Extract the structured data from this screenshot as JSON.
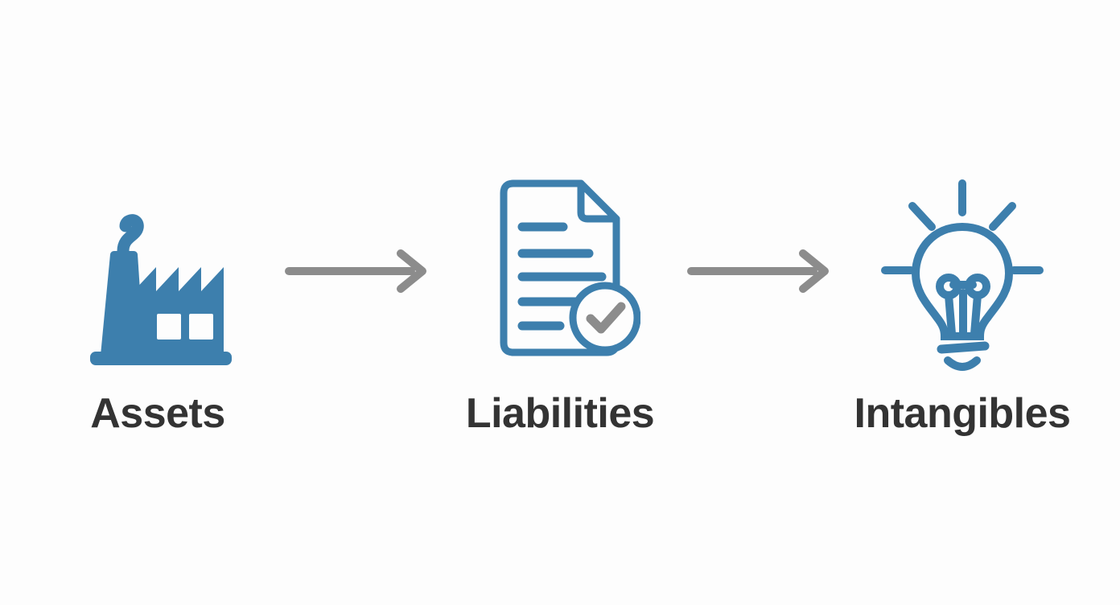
{
  "diagram": {
    "title": "Assets to Liabilities to Intangibles flow",
    "background_color": "#fdfdfd",
    "accent_color": "#3D7FAD",
    "arrow_color": "#8C8C8C",
    "label_color": "#333333",
    "steps": [
      {
        "id": "assets",
        "label": "Assets",
        "icon": "factory-icon",
        "icon_style": "solid",
        "icon_color": "#3D7FAD"
      },
      {
        "id": "liabilities",
        "label": "Liabilities",
        "icon": "document-check-icon",
        "icon_style": "outline",
        "icon_color": "#3D7FAD",
        "check_color": "#8C8C8C"
      },
      {
        "id": "intangibles",
        "label": "Intangibles",
        "icon": "lightbulb-icon",
        "icon_style": "outline",
        "icon_color": "#3D7FAD"
      }
    ],
    "arrows": [
      {
        "id": "arrow-assets-to-liabilities",
        "icon": "arrow-right-icon",
        "color": "#8C8C8C"
      },
      {
        "id": "arrow-liabilities-to-intangibles",
        "icon": "arrow-right-icon",
        "color": "#8C8C8C"
      }
    ]
  }
}
